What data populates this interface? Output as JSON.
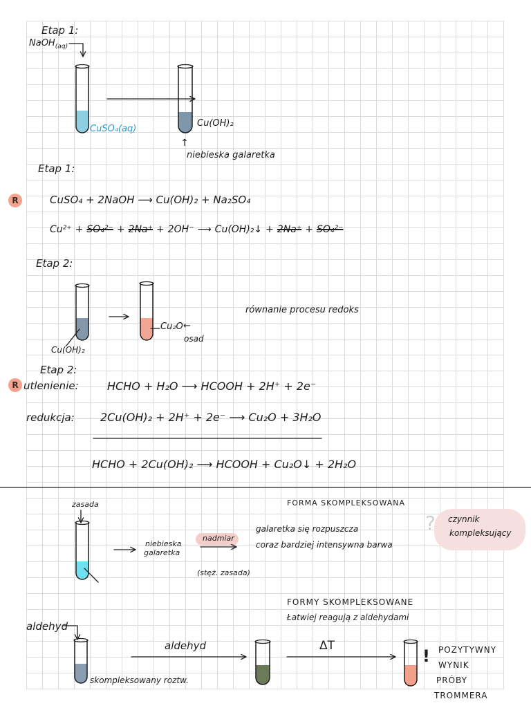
{
  "stage1_diagram": {
    "stage_label": "Etap 1:",
    "reagent_label": "NaOH",
    "reagent_state": "(aq)",
    "tube1_label": "CuSO₄(aq)",
    "tube2_label": "Cu(OH)₂",
    "pointer": "↑",
    "gel_label": "niebieska galaretka",
    "colors": {
      "cuso4": "#8fcfe2",
      "cuoh2": "#7f97ab",
      "label_blue": "#2e9acb"
    }
  },
  "stage1_equations": {
    "stage_label": "Etap 1:",
    "marker": "R",
    "molecular": "CuSO₄ + 2NaOH ⟶ Cu(OH)₂ + Na₂SO₄",
    "ionic": [
      "Cu²⁺",
      "+",
      "SO₄²⁻",
      "+",
      "2Na⁺",
      "+",
      "2OH⁻",
      "⟶",
      "Cu(OH)₂↓",
      "+",
      "2Na⁺",
      "+",
      "SO₄²⁻"
    ]
  },
  "stage2_diagram": {
    "stage_label": "Etap 2:",
    "tube_label": "Cu(OH)₂",
    "product_label": "Cu₂O",
    "product_pointer": "←",
    "precipitate_label": "osad",
    "note": "równanie procesu redoks",
    "colors": {
      "cuoh2": "#8498ab",
      "cu2o": "#f1a593"
    }
  },
  "stage2_equations": {
    "stage_label": "Etap 2:",
    "marker": "R",
    "oxidation_label": "utlenienie:",
    "oxidation": "HCHO + H₂O ⟶ HCOOH + 2H⁺ + 2e⁻",
    "reduction_label": "redukcja:",
    "reduction": "2Cu(OH)₂ + 2H⁺ + 2e⁻ ⟶ Cu₂O + 3H₂O",
    "overall": "HCHO + 2Cu(OH)₂ ⟶ HCOOH + Cu₂O↓ + 2H₂O"
  },
  "complex_formation": {
    "base_label": "zasada",
    "gel_label_lines": [
      "niebieska",
      "galaretka"
    ],
    "excess_label": "nadmiar",
    "excess_note": "(stęż. zasada)",
    "heading": "FORMA SKOMPLEKSOWANA",
    "observations": [
      "galaretka się rozpuszcza",
      "coraz bardziej intensywna barwa"
    ],
    "question_mark": "?",
    "agent_lines": [
      "czynnik",
      "kompleksujący"
    ],
    "colors": {
      "complex": "#6fe0f0",
      "highlight": "#f4cfca",
      "agent_bg": "#f5e0df",
      "question": "#cfcfcf"
    }
  },
  "trommer_test": {
    "heading": "FORMY SKOMPLEKSOWANE",
    "subheading": "Łatwiej reagują z aldehydami",
    "reagent_label": "aldehyd",
    "tube1_label": "skompleksowany roztw.",
    "arrow1_label": "aldehyd",
    "arrow2_label": "ΔT",
    "exclamation": "!",
    "result_lines": [
      "POZYTYWNY",
      "WYNIK",
      "PRÓBY",
      "TROMMERA"
    ],
    "colors": {
      "complex": "#8a9cb0",
      "intermediate": "#6c7a58",
      "result": "#f2a08c"
    }
  },
  "marker_color": "#f4a18e"
}
